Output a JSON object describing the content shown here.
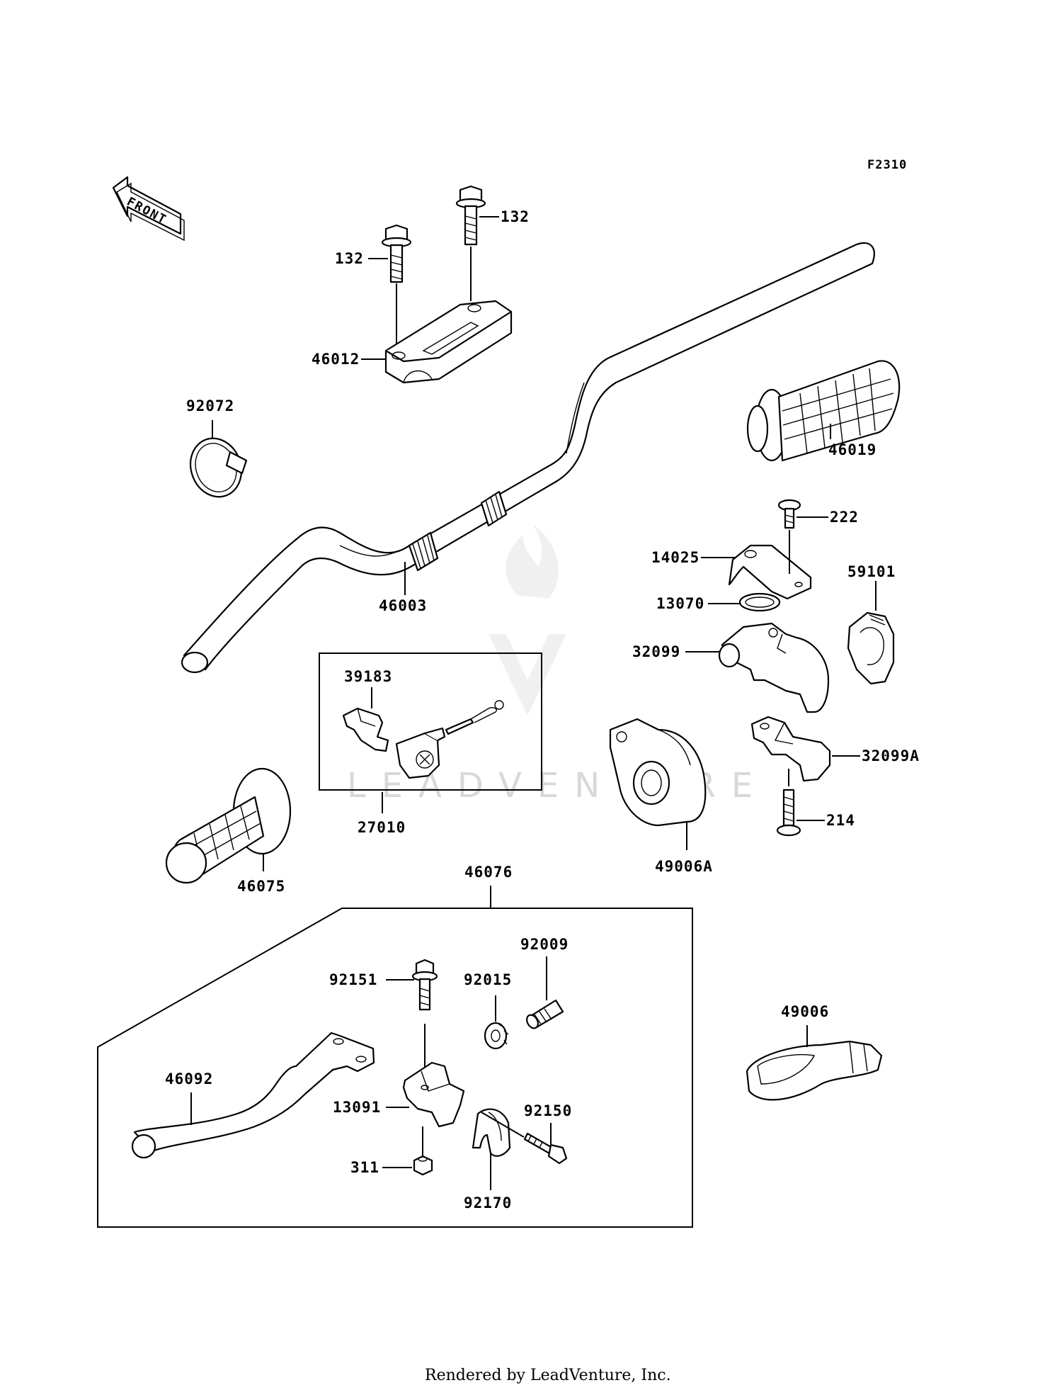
{
  "figure_id": "F2310",
  "front_marker": "FRONT",
  "watermark": "LEADVENTURE",
  "footer": "Rendered by LeadVenture, Inc.",
  "labels": {
    "p132a": "132",
    "p132b": "132",
    "p46012": "46012",
    "p92072": "92072",
    "p46003": "46003",
    "p46019": "46019",
    "p222": "222",
    "p14025": "14025",
    "p59101": "59101",
    "p13070": "13070",
    "p32099": "32099",
    "p39183": "39183",
    "p27010": "27010",
    "p32099a": "32099A",
    "p214": "214",
    "p49006a": "49006A",
    "p46075": "46075",
    "p46076": "46076",
    "p92009": "92009",
    "p92151": "92151",
    "p92015": "92015",
    "p46092": "46092",
    "p13091": "13091",
    "p92150": "92150",
    "p311": "311",
    "p92170": "92170",
    "p49006": "49006"
  },
  "icons": {
    "front_arrow": "front-arrow-icon"
  }
}
